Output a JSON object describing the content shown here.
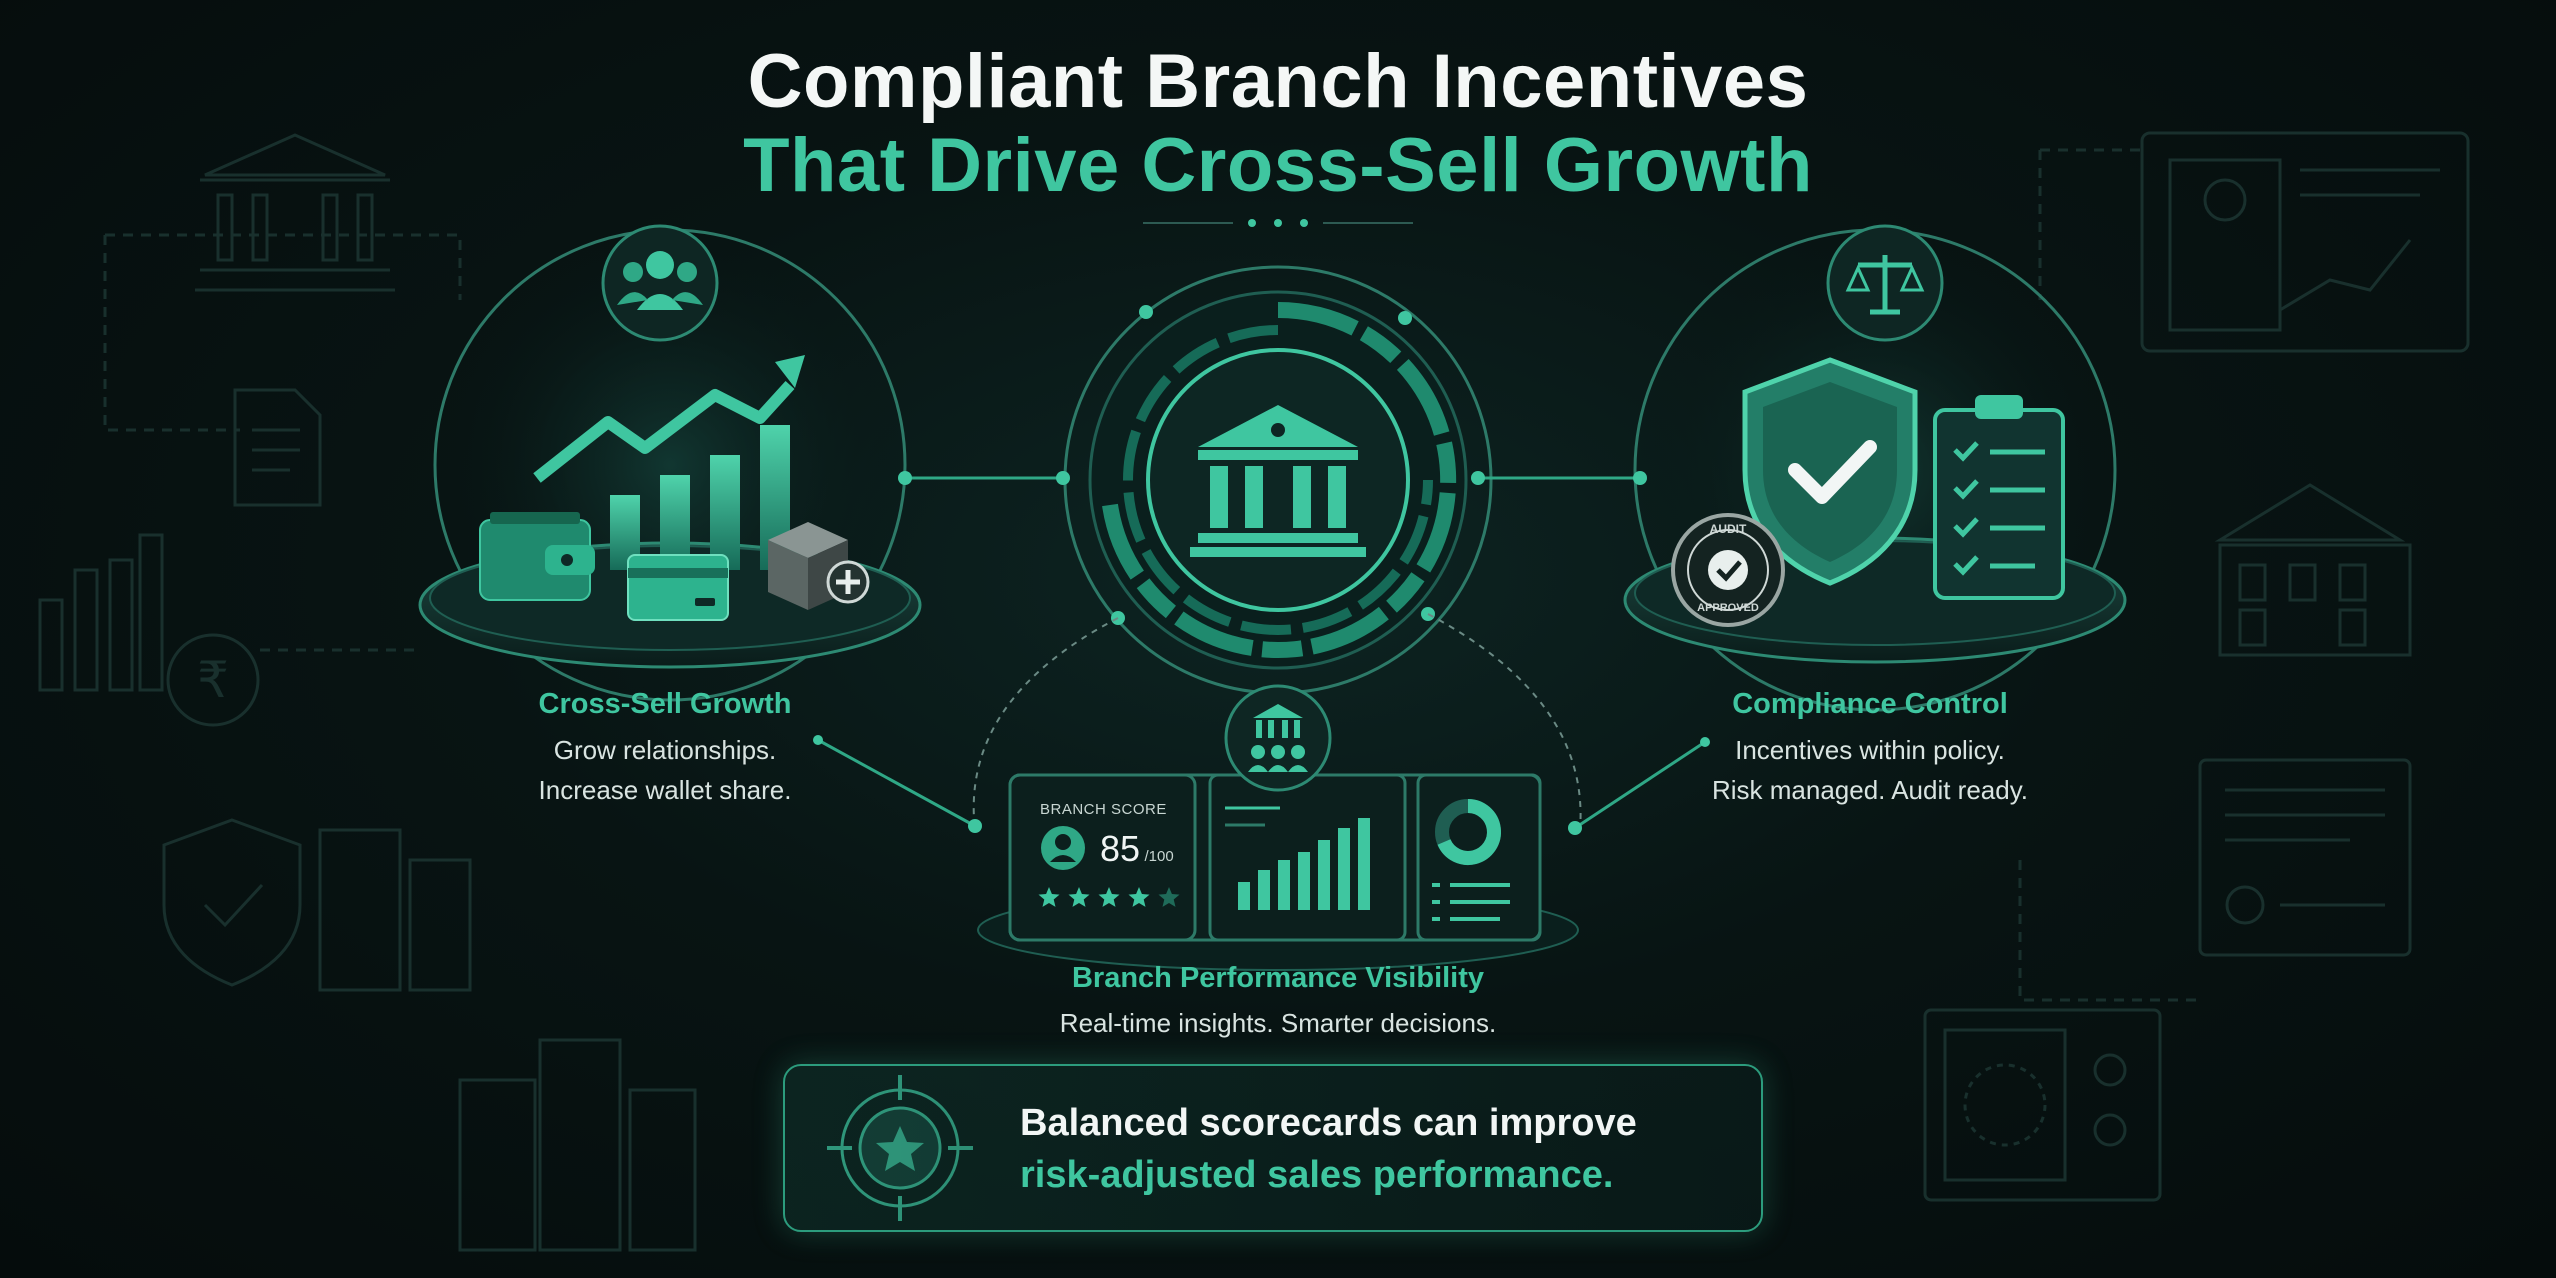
{
  "header": {
    "title_line1": "Compliant Branch Incentives",
    "title_line2": "That Drive Cross-Sell Growth"
  },
  "features": {
    "cross_sell": {
      "label": "Cross-Sell Growth",
      "line1": "Grow relationships.",
      "line2": "Increase wallet share."
    },
    "compliance": {
      "label": "Compliance Control",
      "line1": "Incentives within policy.",
      "line2": "Risk managed. Audit ready.",
      "seal_text_top": "AUDIT",
      "seal_text_bottom": "APPROVED"
    },
    "performance": {
      "label": "Branch Performance Visibility",
      "line1": "Real-time insights. Smarter decisions."
    }
  },
  "dashboard": {
    "score_label": "BRANCH SCORE",
    "score_value": "85",
    "score_max": "/100",
    "stars": 4.5
  },
  "callout": {
    "line1": "Balanced scorecards can improve",
    "line2": "risk-adjusted sales performance."
  },
  "colors": {
    "accent": "#3fc6a0",
    "background": "#071110",
    "title": "#f4f7f6"
  },
  "icons": [
    "people-group-icon",
    "bank-building-icon",
    "scales-of-justice-icon",
    "growth-chart-arrow-icon",
    "wallet-icon",
    "credit-card-icon",
    "product-box-icon",
    "shield-check-icon",
    "checklist-clipboard-icon",
    "audit-seal-icon",
    "branch-team-icon",
    "target-star-icon",
    "rupee-icon"
  ]
}
